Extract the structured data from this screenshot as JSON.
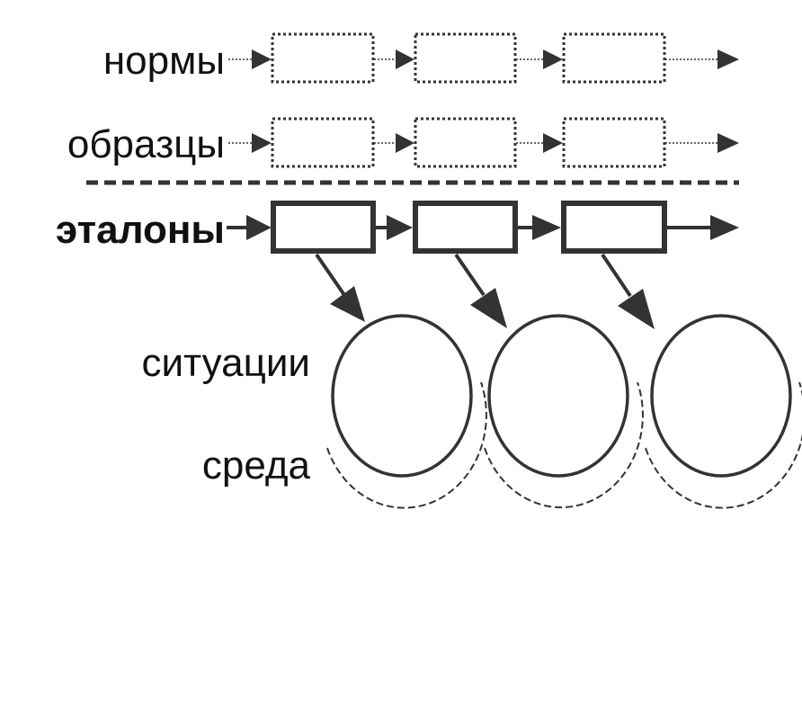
{
  "rows": {
    "norms": {
      "label": "нормы"
    },
    "samples": {
      "label": "образцы"
    },
    "standards": {
      "label": "эталоны"
    }
  },
  "circles": {
    "situations_label": "ситуации",
    "environment_label": "среда"
  }
}
